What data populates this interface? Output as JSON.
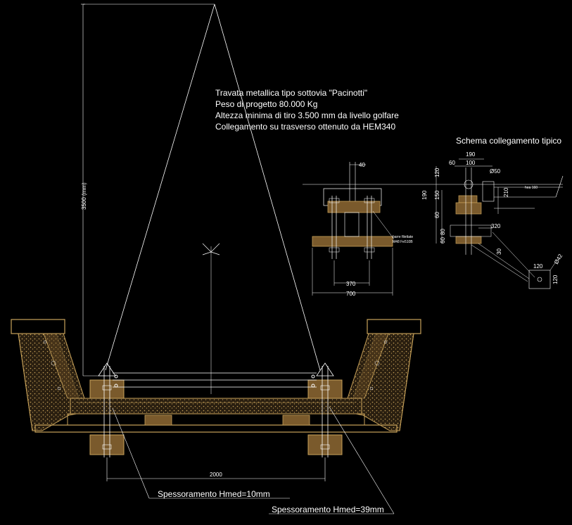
{
  "notes": {
    "line1": "Travata metallica tipo sottovia \"Pacinotti\"",
    "line2": "Peso di progetto 80.000 Kg",
    "line3": "Altezza minima di tiro 3.500 mm da livello golfare",
    "line4": "Collegamento su trasverso ottenuto da HEM340"
  },
  "detail_title": "Schema collegamento tipico",
  "dims": {
    "height": "3500 (mm)",
    "span": "2000",
    "d40": "40",
    "d370": "370",
    "d700": "700",
    "d190": "190",
    "d60": "60",
    "d100": "100",
    "d120a": "120",
    "phi50": "Ø50",
    "d190v": "190",
    "d150": "150",
    "d60v": "60",
    "d210": "210",
    "d80": "80",
    "d60b": "60",
    "d320": "320",
    "d30": "30",
    "d120b": "120",
    "phi42": "Ø42",
    "d120c": "120"
  },
  "small_labels": {
    "hea": "hea 160",
    "barre1": "barre filettate",
    "barre2": "M48 Fe510B"
  },
  "callouts": {
    "left": "Spessoramento Hmed=10mm",
    "right": "Spessoramento Hmed=39mm"
  },
  "colors": {
    "background": "#000000",
    "lines": "#ffffff",
    "steel": "#c8a25a"
  }
}
